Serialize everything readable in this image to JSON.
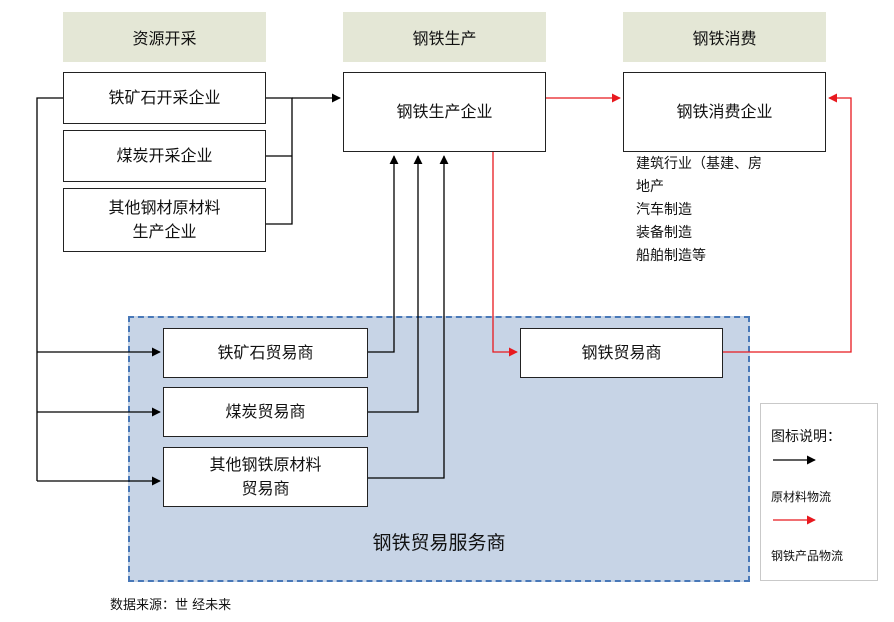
{
  "headers": {
    "mining": "资源开采",
    "production": "钢铁生产",
    "consumption": "钢铁消费"
  },
  "boxes": {
    "iron_ore_mining": "铁矿石开采企业",
    "coal_mining": "煤炭开采企业",
    "other_raw_materials": "其他钢材原材料\n生产企业",
    "steel_producer": "钢铁生产企业",
    "steel_consumer": "钢铁消费企业",
    "iron_ore_trader": "铁矿石贸易商",
    "coal_trader": "煤炭贸易商",
    "other_raw_trader": "其他钢铁原材料\n贸易商",
    "steel_trader": "钢铁贸易商"
  },
  "region_label": "钢铁贸易服务商",
  "consumer_industries": [
    "建筑行业（基建、房",
    "地产",
    "汽车制造",
    "装备制造",
    "船舶制造等"
  ],
  "legend": {
    "title": "图标说明：",
    "raw_material_flow": "原材料物流",
    "steel_product_flow": "钢铁产品物流"
  },
  "source": "数据来源：世  经未来",
  "colors": {
    "raw_material_arrow": "#000000",
    "steel_product_arrow": "#e8191f",
    "header_bg": "#e4e7d6",
    "region_fill": "#c7d4e6",
    "region_border": "#4878b8"
  }
}
